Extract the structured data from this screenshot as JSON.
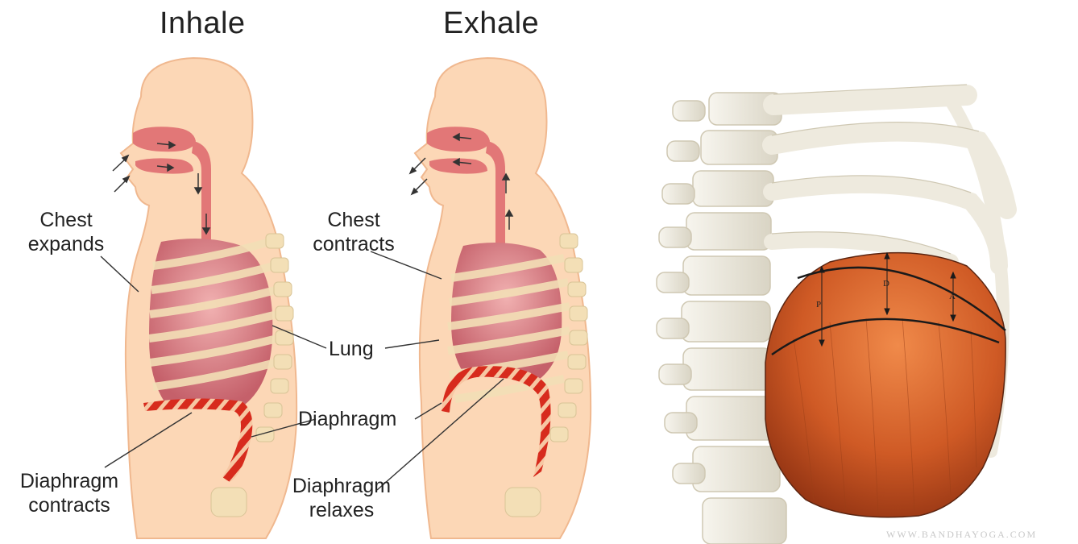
{
  "titles": {
    "inhale": "Inhale",
    "exhale": "Exhale"
  },
  "inhale_labels": {
    "chest": [
      "Chest",
      "expands"
    ],
    "diaphragm": [
      "Diaphragm",
      "contracts"
    ]
  },
  "exhale_labels": {
    "chest": [
      "Chest",
      "contracts"
    ],
    "lung": "Lung",
    "diaphragm_mid": "Diaphragm",
    "diaphragm": [
      "Diaphragm",
      "relaxes"
    ]
  },
  "muscle_letters": {
    "p": "P",
    "d": "D",
    "a": "A"
  },
  "watermark": "WWW.BANDHAYOGA.COM",
  "colors": {
    "skin": "#fcd7b6",
    "skin_edge": "#f0b88f",
    "airway": "#e27777",
    "lung": "#d98088",
    "rib": "#f3dfb6",
    "diaphragm_red": "#d72b1d",
    "bone": "#eeeade",
    "muscle": "#d0602a"
  }
}
